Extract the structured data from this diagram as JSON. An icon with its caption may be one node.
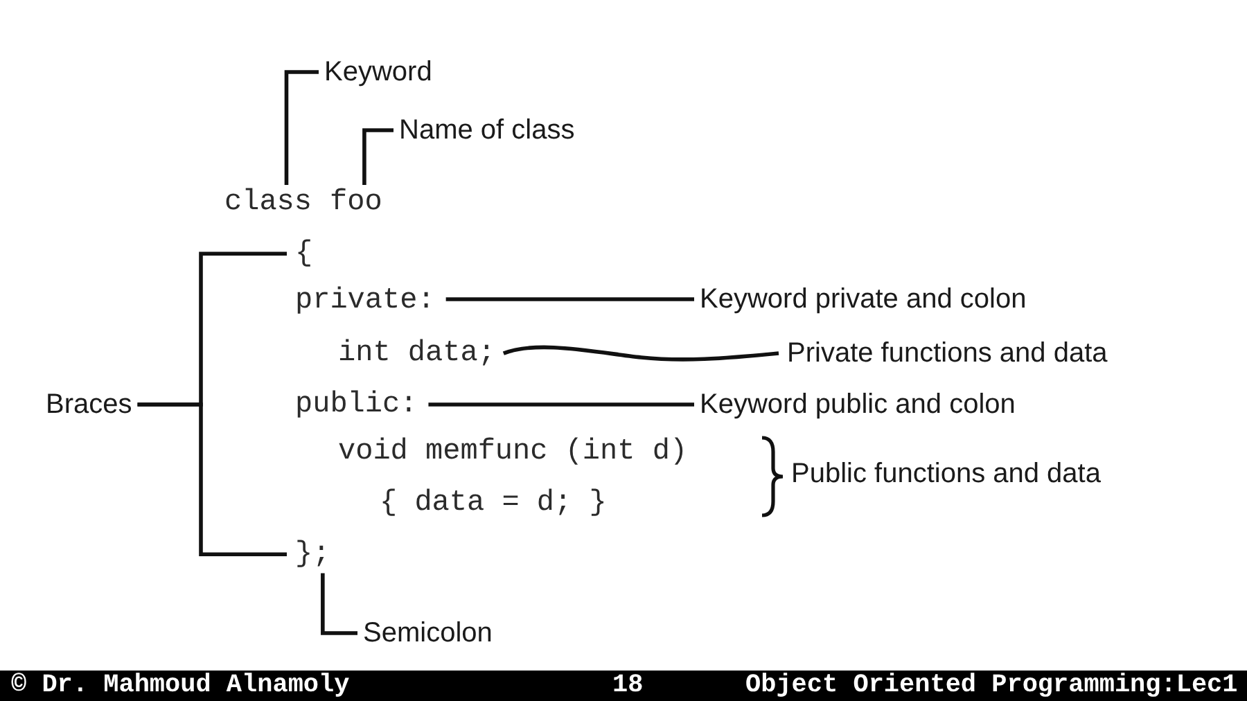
{
  "diagram": {
    "nodes": [
      {
        "text": [
          "Keyword"
        ]
      },
      {
        "text": [
          "Name of class"
        ]
      },
      {
        "text": [
          "class"
        ]
      },
      {
        "text": [
          "foo"
        ]
      },
      {
        "text": [
          "{"
        ]
      },
      {
        "text": [
          "private:"
        ]
      },
      {
        "text": [
          "Keyword private and colon"
        ]
      },
      {
        "text": [
          "int data;"
        ]
      },
      {
        "text": [
          "Private functions and data"
        ]
      },
      {
        "text": [
          "Braces"
        ]
      },
      {
        "text": [
          "public:"
        ]
      },
      {
        "text": [
          "Keyword public and colon"
        ]
      },
      {
        "text": [
          "};"
        ]
      },
      {
        "text": [
          "Semicolon"
        ]
      }
    ],
    "edges": [
      {
        "from": 0,
        "to": 2,
        "arrow": "none"
      },
      {
        "from": 1,
        "to": 3,
        "arrow": "none"
      },
      {
        "from": 9,
        "to": 4,
        "arrow": "none"
      },
      {
        "from": 9,
        "to": 12,
        "arrow": "none"
      },
      {
        "from": 6,
        "to": 5,
        "arrow": "none"
      },
      {
        "from": 8,
        "to": 7,
        "arrow": "none"
      },
      {
        "from": 11,
        "to": 10,
        "arrow": "none"
      },
      {
        "from": 13,
        "to": 12,
        "arrow": "none"
      }
    ],
    "labels": [
      "void memfunc (int d)",
      "{ data = d; }",
      "Public functions and data",
      "© Dr. Mahmoud Alnamoly",
      "18",
      "Object Oriented Programming:Lec1"
    ]
  }
}
